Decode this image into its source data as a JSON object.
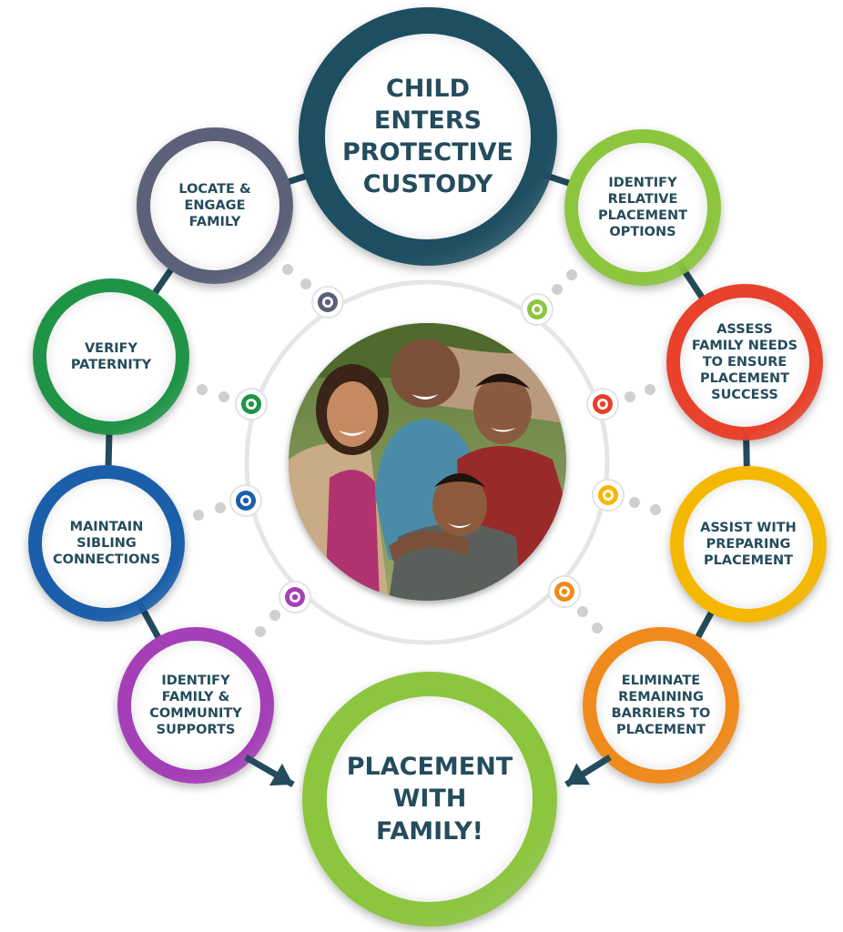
{
  "diagram": {
    "start": {
      "label": "CHILD\nENTERS\nPROTECTIVE\nCUSTODY",
      "color": "#1d4e62"
    },
    "end": {
      "label": "PLACEMENT\nWITH\nFAMILY!",
      "color": "#8cc63f"
    },
    "steps": [
      {
        "id": "identify-relative-placement-options",
        "label": "IDENTIFY\nRELATIVE\nPLACEMENT\nOPTIONS",
        "color": "#8cc63f"
      },
      {
        "id": "assess-family-needs",
        "label": "ASSESS\nFAMILY NEEDS\nTO ENSURE\nPLACEMENT\nSUCCESS",
        "color": "#e8412c"
      },
      {
        "id": "assist-with-preparing-placement",
        "label": "ASSIST WITH\nPREPARING\nPLACEMENT",
        "color": "#f5b800"
      },
      {
        "id": "eliminate-remaining-barriers",
        "label": "ELIMINATE\nREMAINING\nBARRIERS TO\nPLACEMENT",
        "color": "#f08a1c"
      },
      {
        "id": "locate-engage-family",
        "label": "LOCATE &\nENGAGE\nFAMILY",
        "color": "#5c6078"
      },
      {
        "id": "verify-paternity",
        "label": "VERIFY\nPATERNITY",
        "color": "#1f9447"
      },
      {
        "id": "maintain-sibling-connections",
        "label": "MAINTAIN\nSIBLING\nCONNECTIONS",
        "color": "#1b5faa"
      },
      {
        "id": "identify-family-community-supports",
        "label": "IDENTIFY\nFAMILY &\nCOMMUNITY\nSUPPORTS",
        "color": "#a43fb8"
      }
    ],
    "connector_color": "#234b5c",
    "center_photo": "family-photo"
  }
}
